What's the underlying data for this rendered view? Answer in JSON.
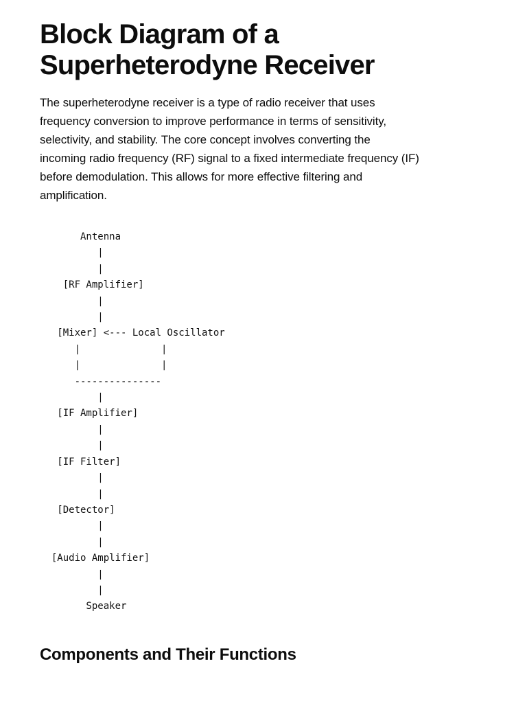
{
  "page": {
    "background_color": "#ffffff",
    "text_color": "#0d0d0d"
  },
  "document": {
    "title": "Block Diagram of a\nSuperheterodyne Receiver",
    "intro_paragraph": "The superheterodyne receiver is a type of radio receiver that uses\nfrequency conversion to improve performance in terms of sensitivity,\nselectivity, and stability. The core concept involves converting the\nincoming radio frequency (RF) signal to a fixed intermediate frequency (IF)\nbefore demodulation. This allows for more effective filtering and\namplification.",
    "ascii_diagram": "       Antenna\n          |\n          |\n    [RF Amplifier]\n          |\n          |\n   [Mixer] <--- Local Oscillator\n      |              |\n      |              |\n      ---------------\n          |\n   [IF Amplifier]\n          |\n          |\n   [IF Filter]\n          |\n          |\n   [Detector]\n          |\n          |\n  [Audio Amplifier]\n          |\n          |\n        Speaker\n",
    "diagram_signal_chain": [
      "Antenna",
      "RF Amplifier",
      "Mixer",
      "Local Oscillator",
      "IF Amplifier",
      "IF Filter",
      "Detector",
      "Audio Amplifier",
      "Speaker"
    ],
    "section_heading": "Components and Their Functions"
  }
}
